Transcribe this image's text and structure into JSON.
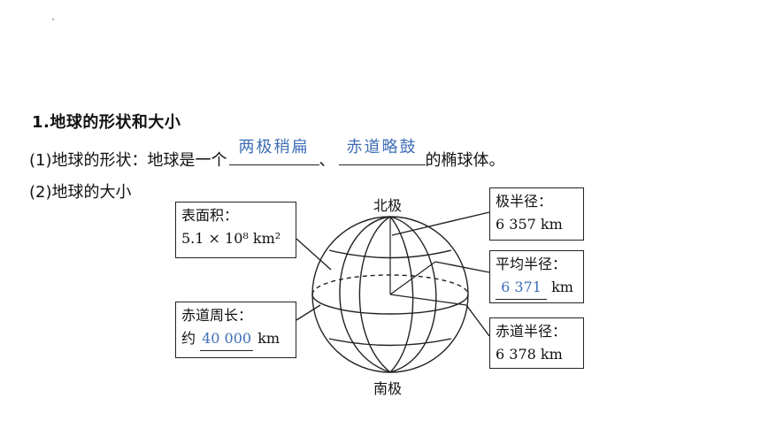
{
  "heading": "1.地球的形状和大小",
  "shape_line": {
    "prefix": "(1)地球的形状：地球是一个",
    "blank1_answer": "两极稍扁",
    "separator": "、",
    "blank2_answer": "赤道略鼓",
    "suffix": "的椭球体。"
  },
  "size_line": "(2)地球的大小",
  "diagram": {
    "north_pole": "北极",
    "south_pole": "南极",
    "surface_area": {
      "label": "表面积：",
      "value": "5.1 × 10⁸ km²"
    },
    "equator_circumference": {
      "label": "赤道周长：",
      "prefix": "约",
      "value": "40 000",
      "unit": "km"
    },
    "polar_radius": {
      "label": "极半径：",
      "value": "6 357 km"
    },
    "mean_radius": {
      "label": "平均半径：",
      "value": "6 371",
      "unit": "km"
    },
    "equatorial_radius": {
      "label": "赤道半径：",
      "value": "6 378 km"
    }
  },
  "colors": {
    "answer": "#3f6fb6",
    "text": "#111111"
  }
}
